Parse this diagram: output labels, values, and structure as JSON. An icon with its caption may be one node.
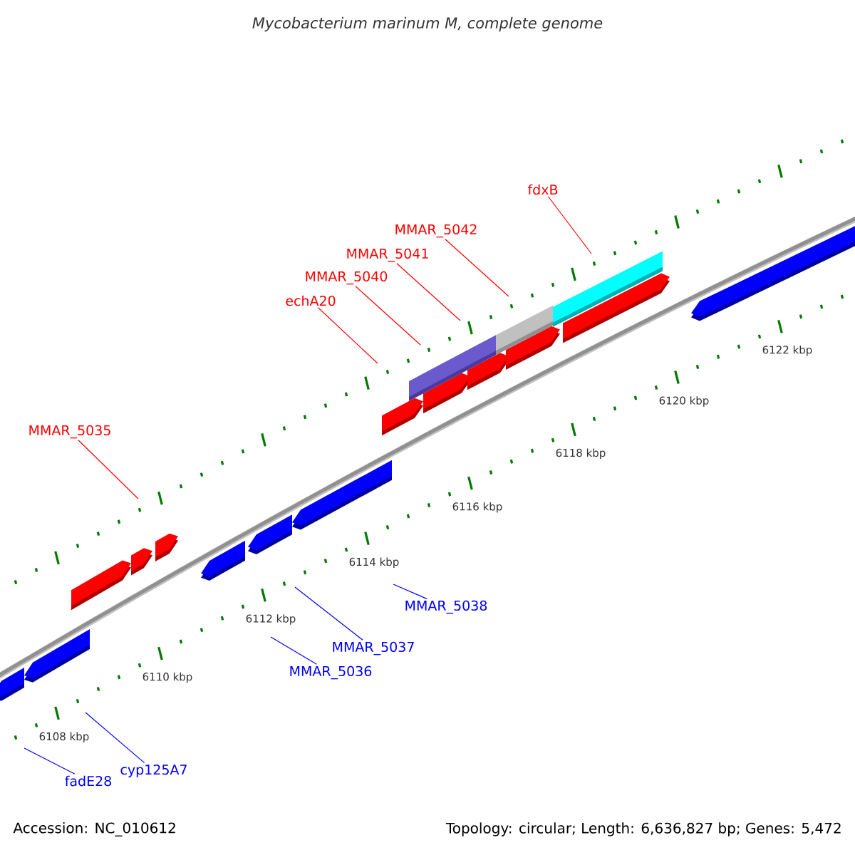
{
  "diagram": {
    "title": "Mycobacterium marinum M, complete genome",
    "nodes": [
      {
        "text": [
          "fadE28"
        ]
      },
      {
        "text": [
          "cyp125A7"
        ]
      },
      {
        "text": [
          "MMAR_5036"
        ]
      },
      {
        "text": [
          "MMAR_5037"
        ]
      },
      {
        "text": [
          "MMAR_5038"
        ]
      },
      {
        "text": [
          "MMAR_5035"
        ]
      },
      {
        "text": [
          "echA20"
        ]
      },
      {
        "text": [
          "MMAR_5040"
        ]
      },
      {
        "text": [
          "MMAR_5041"
        ]
      },
      {
        "text": [
          "MMAR_5042"
        ]
      },
      {
        "text": [
          "fdxB"
        ]
      }
    ],
    "edges": [
      {
        "from": 0,
        "to": null,
        "arrow": "none",
        "color": "#0000ff"
      },
      {
        "from": 1,
        "to": null,
        "arrow": "none",
        "color": "#0000ff"
      },
      {
        "from": 2,
        "to": null,
        "arrow": "none",
        "color": "#0000ff"
      },
      {
        "from": 3,
        "to": null,
        "arrow": "none",
        "color": "#0000ff"
      },
      {
        "from": 4,
        "to": null,
        "arrow": "none",
        "color": "#0000ff"
      },
      {
        "from": 5,
        "to": null,
        "arrow": "none"
      },
      {
        "from": 6,
        "to": null,
        "arrow": "none"
      },
      {
        "from": 7,
        "to": null,
        "arrow": "none"
      },
      {
        "from": 8,
        "to": null,
        "arrow": "none"
      },
      {
        "from": 9,
        "to": null,
        "arrow": "none"
      },
      {
        "from": 10,
        "to": null,
        "arrow": "none"
      }
    ],
    "labels": [
      "6108 kbp",
      "6110 kbp",
      "6112 kbp",
      "6114 kbp",
      "6116 kbp",
      "6118 kbp",
      "6120 kbp",
      "6122 kbp",
      "Accession: NC_010612",
      "Topology: circular; Length: 6,636,827 bp; Genes: 5,472"
    ]
  }
}
